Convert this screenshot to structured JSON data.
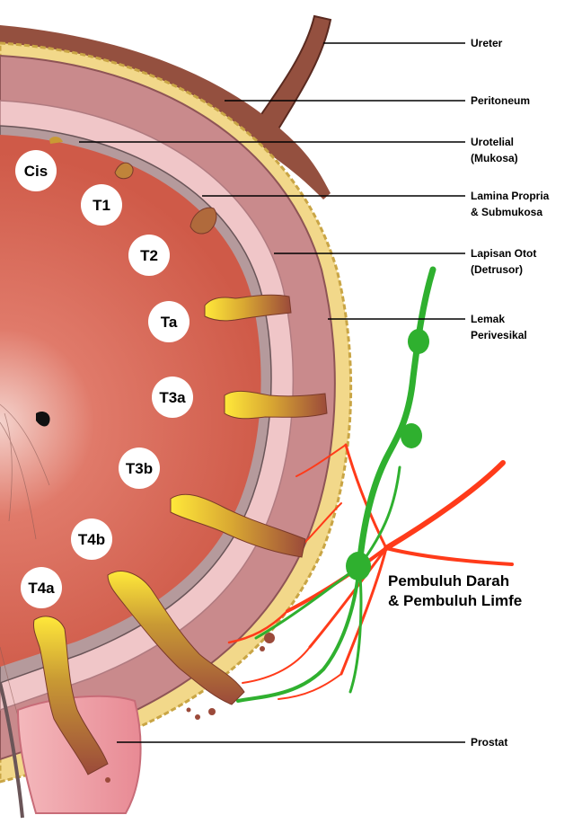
{
  "labels": {
    "ureter": "Ureter",
    "peritoneum": "Peritoneum",
    "urotelial_1": "Urotelial",
    "urotelial_2": "(Mukosa)",
    "lamina_1": "Lamina Propria",
    "lamina_2": "& Submukosa",
    "otot_1": "Lapisan Otot",
    "otot_2": "(Detrusor)",
    "lemak_1": "Lemak",
    "lemak_2": "Perivesikal",
    "pembuluh_1": "Pembuluh Darah",
    "pembuluh_2": "& Pembuluh Limfe",
    "prostat": "Prostat"
  },
  "stages": [
    "Cis",
    "T1",
    "T2",
    "Ta",
    "T3a",
    "T3b",
    "T4b",
    "T4a"
  ],
  "colors": {
    "lumen": "#d3614f",
    "mucosa": "#e8b8b8",
    "muscle": "#c98a8c",
    "fat": "#f2d88a",
    "ureter": "#94503f",
    "tumor_base": "#ffe83a",
    "tumor_tip": "#9b4a3a",
    "blood": "#ff3b1a",
    "lymph": "#2fb02f"
  }
}
